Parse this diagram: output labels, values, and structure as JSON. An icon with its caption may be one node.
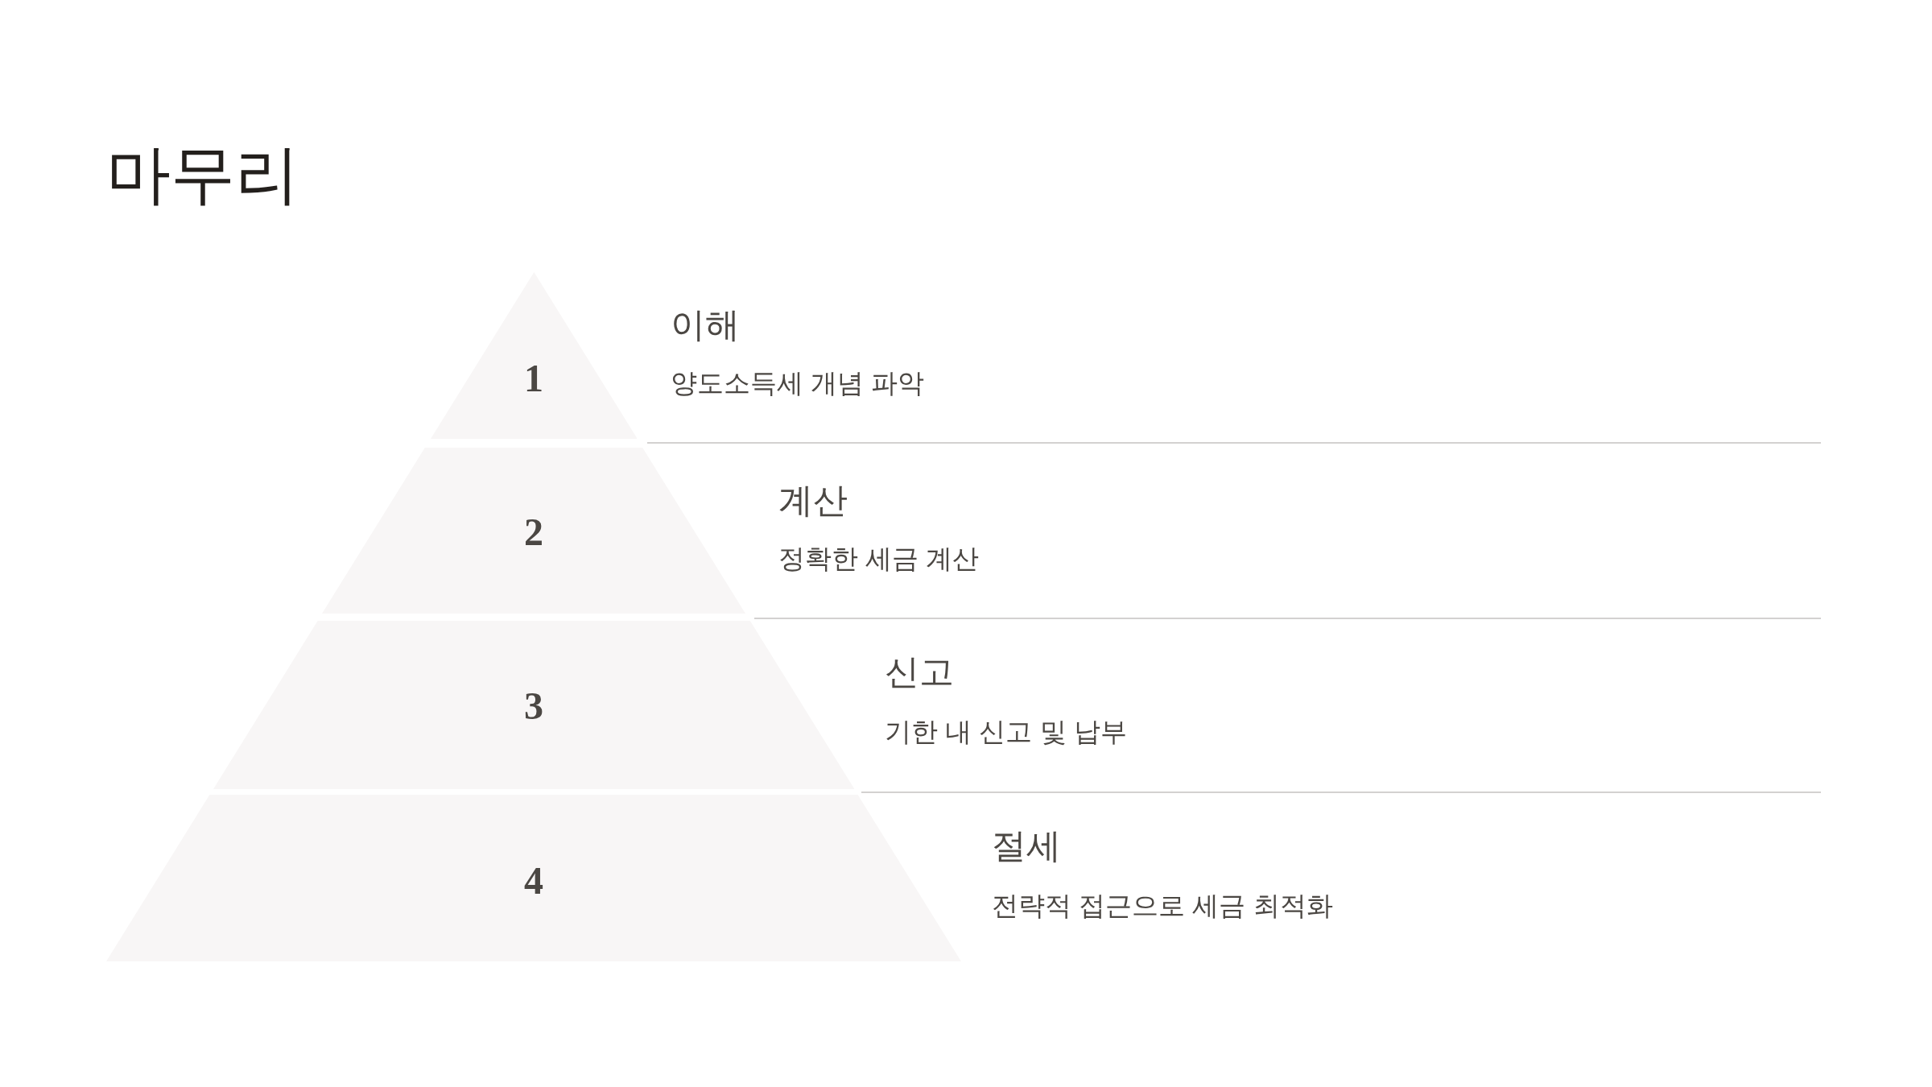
{
  "diagram": {
    "title": "마무리",
    "nodes": [
      {
        "text": [
          "1"
        ],
        "beside": [
          "이해",
          "양도소득세 개념 파악"
        ]
      },
      {
        "text": [
          "2"
        ],
        "beside": [
          "계산",
          "정확한 세금 계산"
        ]
      },
      {
        "text": [
          "3"
        ],
        "beside": [
          "신고",
          "기한 내 신고 및 납부"
        ]
      },
      {
        "text": [
          "4"
        ],
        "beside": [
          "절세",
          "전략적 접근으로 세금 최적화"
        ]
      }
    ]
  }
}
